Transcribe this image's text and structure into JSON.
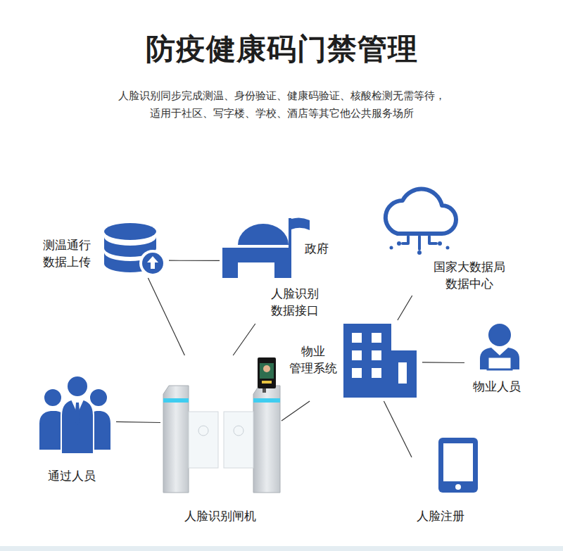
{
  "diagram": {
    "title": "防疫健康码门禁管理",
    "nodes": [
      {
        "text": [
          "测温通行 数据上传"
        ]
      },
      {
        "text": [
          "政府",
          "人脸识别 数据接口"
        ]
      },
      {
        "text": [
          "国家大数据局 数据中心"
        ]
      },
      {
        "text": [
          "物业 管理系统"
        ]
      },
      {
        "text": [
          "通过人员"
        ]
      },
      {
        "text": [
          "人脸识别闸机"
        ]
      },
      {
        "text": [
          "物业人员"
        ]
      },
      {
        "text": [
          "人脸注册"
        ]
      }
    ],
    "edges": [
      {
        "from": 0,
        "to": 1,
        "arrow": "none"
      },
      {
        "from": 0,
        "to": 5,
        "arrow": "none"
      },
      {
        "from": 1,
        "to": 5,
        "arrow": "none"
      },
      {
        "from": 4,
        "to": 5,
        "arrow": "none"
      },
      {
        "from": 5,
        "to": 3,
        "arrow": "none"
      },
      {
        "from": 3,
        "to": 2,
        "arrow": "none"
      },
      {
        "from": 3,
        "to": 6,
        "arrow": "none"
      },
      {
        "from": 3,
        "to": 7,
        "arrow": "none"
      }
    ],
    "labels": [
      "人脸识别同步完成测温、身份验证、健康码验证、核酸检测无需等待， 适用于社区、写字楼、学校、酒店等其它他公共服务场所"
    ]
  }
}
